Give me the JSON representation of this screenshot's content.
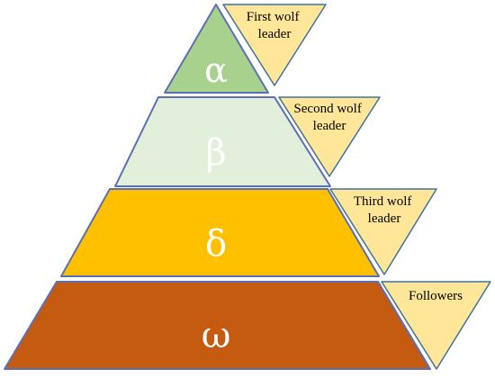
{
  "tiers": [
    {
      "symbol": "α",
      "label_lines": [
        "First wolf",
        "leader"
      ],
      "fill": "#a9d18e"
    },
    {
      "symbol": "β",
      "label_lines": [
        "Second wolf",
        "leader"
      ],
      "fill": "#e2efda"
    },
    {
      "symbol": "δ",
      "label_lines": [
        "Third wolf",
        "leader"
      ],
      "fill": "#ffc000"
    },
    {
      "symbol": "ω",
      "label_lines": [
        "Followers"
      ],
      "fill": "#c55a11"
    }
  ],
  "colors": {
    "tier_outline": "#5b6fb5",
    "label_fill": "#ffe699",
    "label_outline": "#41719c"
  }
}
